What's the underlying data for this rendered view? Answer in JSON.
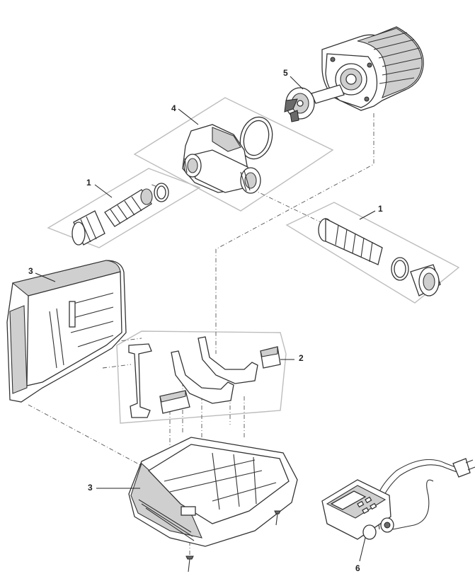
{
  "diagram": {
    "part_labels": [
      "1",
      "1",
      "2",
      "3",
      "3",
      "4",
      "5",
      "6"
    ]
  }
}
